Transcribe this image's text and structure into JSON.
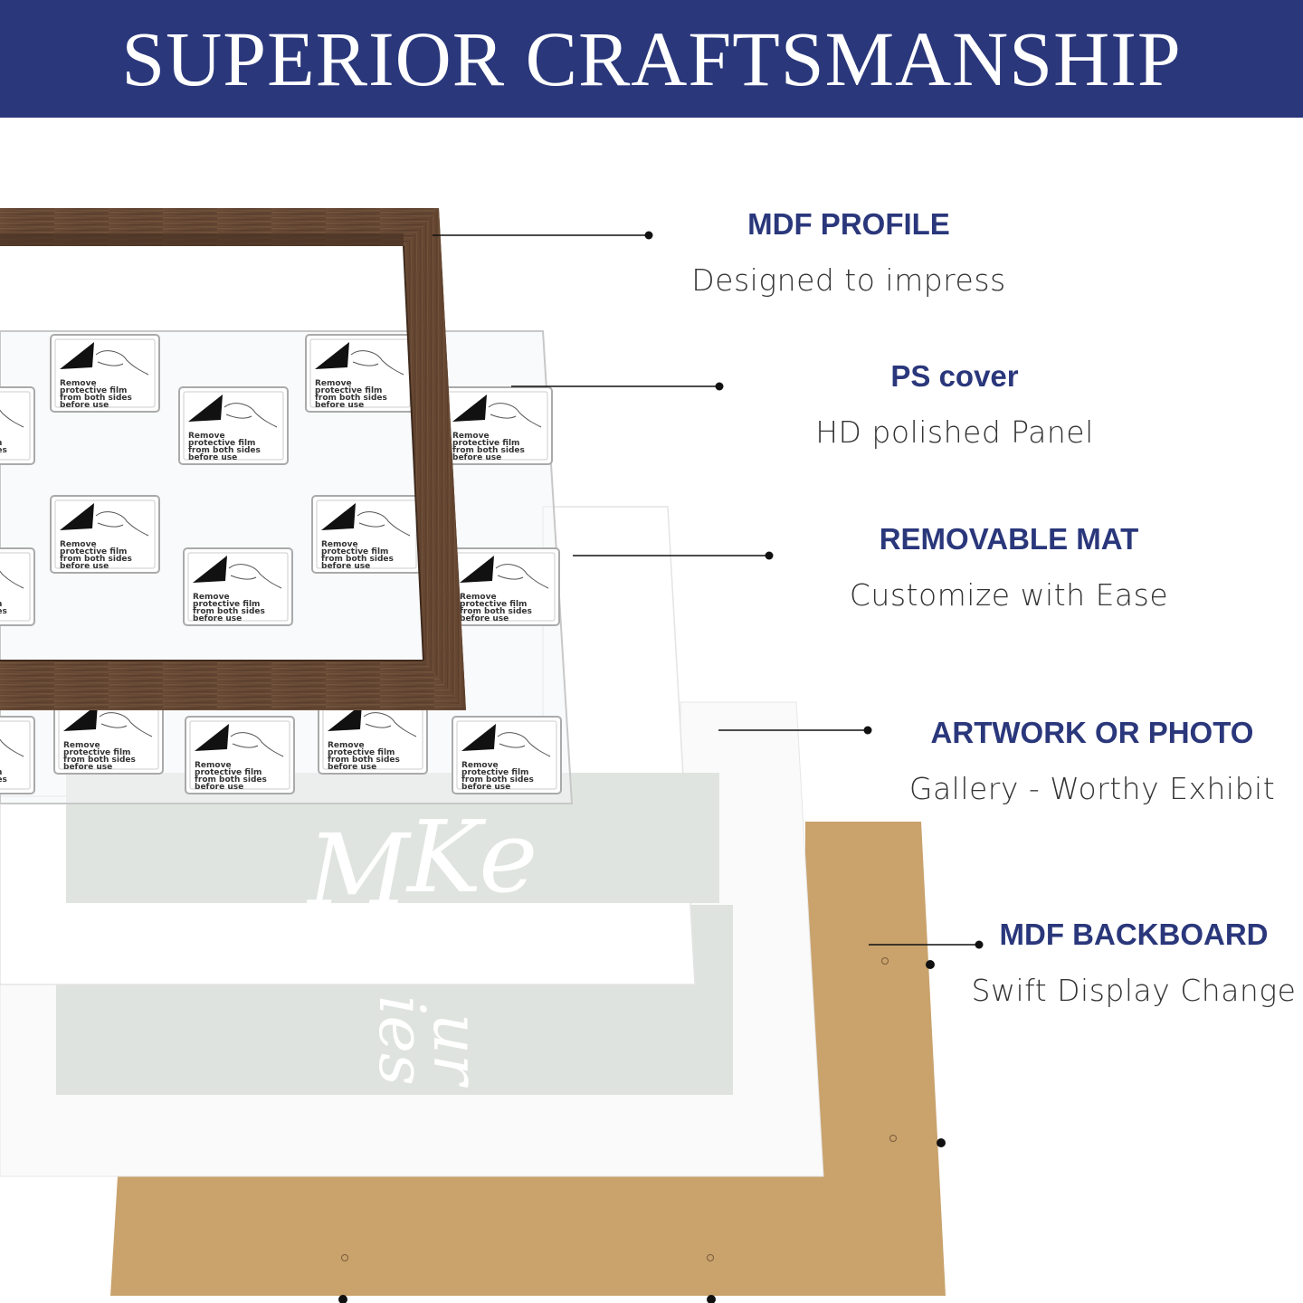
{
  "header": {
    "title": "SUPERIOR CRAFTSMANSHIP"
  },
  "features": [
    {
      "title": "MDF PROFILE",
      "description": "Designed to impress"
    },
    {
      "title": "PS cover",
      "description": "HD polished Panel"
    },
    {
      "title": "REMOVABLE MAT",
      "description": "Customize with Ease"
    },
    {
      "title": "ARTWORK OR PHOTO",
      "description": "Gallery - Worthy Exhibit"
    },
    {
      "title": "MDF BACKBOARD",
      "description": "Swift Display Change"
    }
  ],
  "sticker": {
    "lines": [
      "Remove",
      "protective film",
      "from both sides",
      "before use"
    ]
  },
  "artwork": {
    "word1": "Ke",
    "word2": "M",
    "word3": "ur",
    "word4": "ies"
  },
  "colors": {
    "banner": "#2a377b",
    "frame_wood": "#6b4a33",
    "backboard_kraft": "#c9a26c",
    "artwork_bg": "#dfe3df",
    "label_title": "#2a377b"
  }
}
